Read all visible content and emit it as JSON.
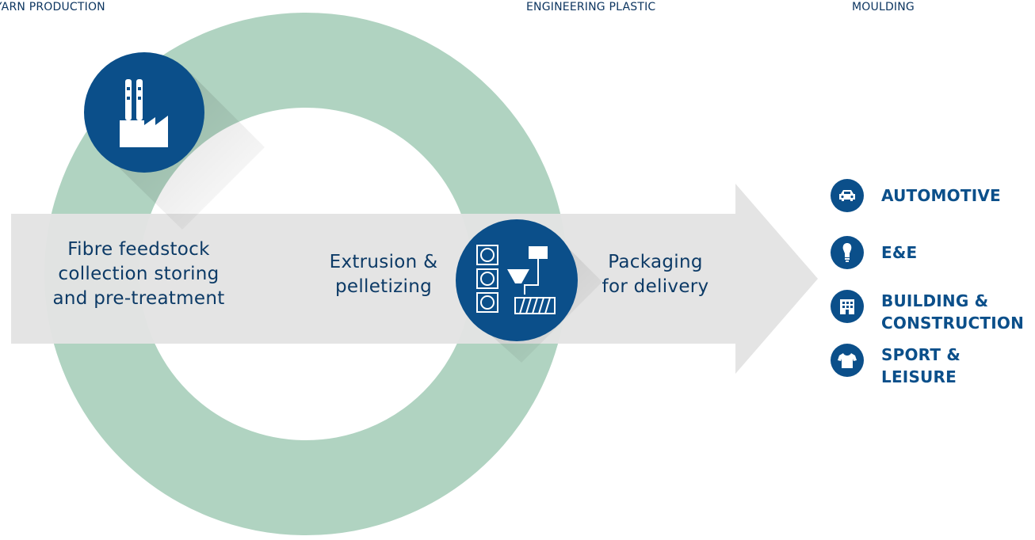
{
  "header_labels": {
    "yarn": "YARN PRODUCTION",
    "plastic": "ENGINEERING PLASTIC",
    "moulding": "MOULDING"
  },
  "steps": {
    "feedstock": [
      "Fibre feedstock",
      "collection storing",
      "and pre-treatment"
    ],
    "extrusion": [
      "Extrusion &",
      "pelletizing"
    ],
    "packaging": [
      "Packaging",
      "for delivery"
    ]
  },
  "applications": [
    {
      "icon": "car-icon",
      "lines": [
        "AUTOMOTIVE"
      ]
    },
    {
      "icon": "bulb-icon",
      "lines": [
        "E&E"
      ]
    },
    {
      "icon": "building-icon",
      "lines": [
        "BUILDING &",
        "CONSTRUCTION"
      ]
    },
    {
      "icon": "tshirt-icon",
      "lines": [
        "SPORT &",
        "LEISURE"
      ]
    }
  ],
  "colors": {
    "ring": "#b0d3c1",
    "arrow": "#e3e3e3",
    "circle": "#0b4f8a",
    "text": "#0c3560"
  },
  "icons": {
    "factory": "factory-icon",
    "machine": "extrusion-machine-icon"
  }
}
